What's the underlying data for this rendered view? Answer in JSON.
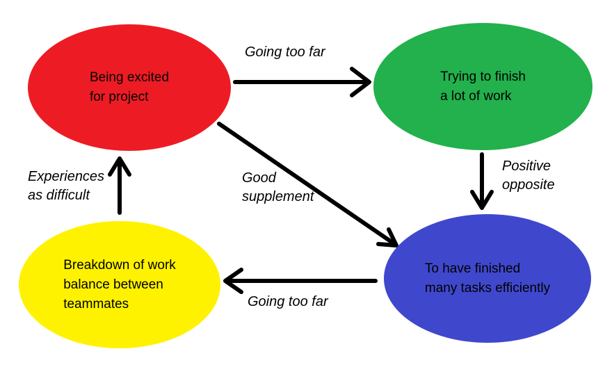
{
  "diagram": {
    "background_color": "#ffffff",
    "arrow_color": "#000000",
    "text_color": "#000000",
    "nodes": [
      {
        "id": "excited",
        "label": "Being excited\nfor project",
        "color": "#ed1c24"
      },
      {
        "id": "finish-work",
        "label": "Trying to finish\na lot of work",
        "color": "#22b14c"
      },
      {
        "id": "breakdown",
        "label": "Breakdown of work\nbalance between\nteammates",
        "color": "#fff200"
      },
      {
        "id": "finished-tasks",
        "label": "To have finished\nmany tasks efficiently",
        "color": "#3f48cc"
      }
    ],
    "edges": [
      {
        "from": "excited",
        "to": "finish-work",
        "label": "Going too far"
      },
      {
        "from": "finish-work",
        "to": "finished-tasks",
        "label": "Positive\nopposite"
      },
      {
        "from": "excited",
        "to": "finished-tasks",
        "label": "Good\nsupplement"
      },
      {
        "from": "finished-tasks",
        "to": "breakdown",
        "label": "Going too far"
      },
      {
        "from": "breakdown",
        "to": "excited",
        "label": "Experiences\nas difficult"
      }
    ]
  }
}
